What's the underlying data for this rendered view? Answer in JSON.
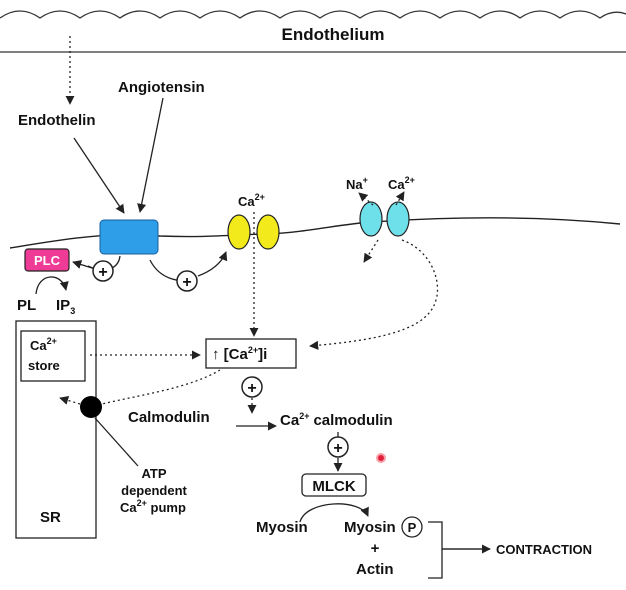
{
  "title": "Endothelium",
  "labels": {
    "endothelin": "Endothelin",
    "angiotensin": "Angiotensin",
    "plc": "PLC",
    "pl": "PL",
    "ip3": "IP",
    "ip3_sub": "3",
    "ca_channel": "Ca",
    "ca_channel_sup": "2+",
    "na": "Na",
    "na_sup": "+",
    "ca_exch": "Ca",
    "ca_exch_sup": "2+",
    "ca_store_1": "Ca",
    "ca_store_sup": "2+",
    "ca_store_2": "store",
    "ca_i_prefix": "↑ [Ca",
    "ca_i_sup": "2+",
    "ca_i_suffix": "]i",
    "calmodulin": "Calmodulin",
    "ca_calmodulin_1": "Ca",
    "ca_calmodulin_sup": "2+",
    "ca_calmodulin_2": "calmodulin",
    "mlck": "MLCK",
    "myosin": "Myosin",
    "myosin_p": "Myosin",
    "phosphate": "P",
    "plus": "+",
    "actin": "Actin",
    "contraction": "CONTRACTION",
    "atp_1": "ATP",
    "atp_2": "dependent",
    "atp_3": "Ca",
    "atp_3_sup": "2+",
    "atp_3_tail": " pump",
    "sr": "SR",
    "stim_symbol": "+"
  },
  "colors": {
    "receptor": "#2f9ee8",
    "plc": "#ee3c96",
    "ca_channel": "#f2ea1a",
    "exchanger": "#6ee0ea",
    "pump": "#000000",
    "line": "#222222",
    "marker": "#e0203a"
  }
}
